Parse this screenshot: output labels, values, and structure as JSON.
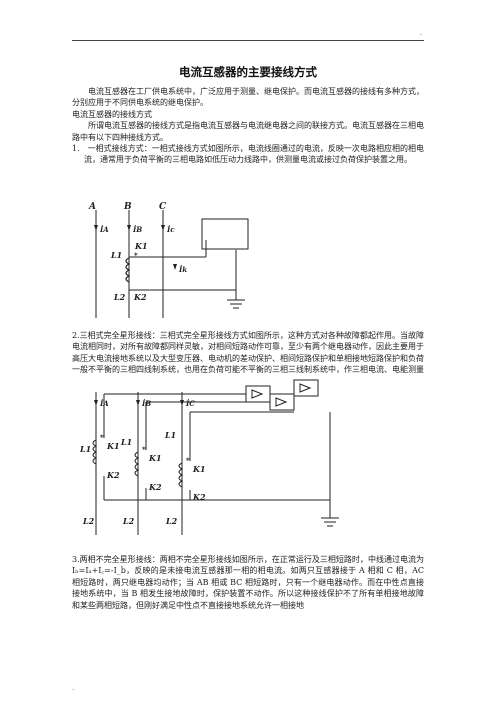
{
  "header_mark": ".",
  "title": "电流互感器的主要接线方式",
  "para1": "电流互感器在工厂供电系统中，广泛应用于测量、继电保护。而电流互感器的接线有多种方式，分别应用于不同供电系统的继电保护。",
  "heading1": "电流互感器的接线方式",
  "para2": "所谓电流互感器的接线方式是指电流互感器与电流继电器之间的联接方式。电流互感器在三相电路中有以下四种接线方式。",
  "item1": "1.　一相式接线方式：一相式接线方式如图所示，电流线圈通过的电流，反映一次电路相应相的相电流，通常用于负荷平衡的三相电路如低压动力线路中，供测量电流或接过负荷保护装置之用。",
  "item2": "2.三相式完全星形接线：三相式完全星形接线方式如图所示，这种方式对各种故障都起作用。当故障电流相同时，对所有故障都同样灵敏，对相间短路动作可靠，至少有两个继电器动作，因此主要用于高压大电流接地系统以及大型变压器、电动机的差动保护、相间短路保护和单相接地短路保护和负荷一般不平衡的三相四线制系统，也用在负荷可能不平衡的三相三线制系统中，作三相电流、电能测量",
  "item3": "3.两相不完全星形接线：两相不完全星形接线如图所示，在正常运行及三相短路时，中线通过电流为 Iₙ=Iₐ+I꜀=-I_b，反映的是未接电流互感器那一相的相电流。如两只互感器接于 A 相和 C 相，AC 相短路时，两只继电器均动作；当 AB 相或 BC 相短路时，只有一个继电器动作。而在中性点直接接地系统中，当 B 相发生接地故障时，保护装置不动作。所以这种接线保护不了所有单相接地故障和某些两相短路，但刚好满足中性点不直接接地系统允许一相接地",
  "footer_mark": ".",
  "fig1": {
    "phase_a": "A",
    "phase_b": "B",
    "phase_c": "C",
    "i_a": "İA",
    "i_b": "İB",
    "i_c": "İc",
    "l1": "L1",
    "l2": "L2",
    "k1": "K1",
    "k2": "K2",
    "i_k": "İk",
    "dot": "*"
  },
  "fig2": {
    "i_a": "İA",
    "i_b": "İB",
    "i_c": "İC",
    "l1": "L1",
    "k1": "K1",
    "k2": "K2",
    "l2": "L2",
    "dot": "*"
  }
}
